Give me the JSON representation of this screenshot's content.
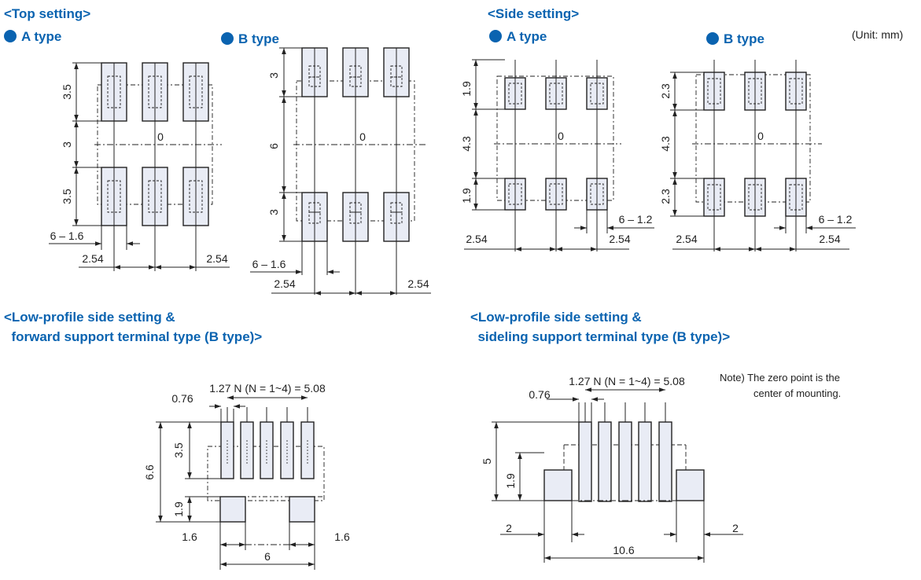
{
  "headings": {
    "top_setting": "<Top setting>",
    "side_setting": "<Side setting>",
    "low_forward": "<Low-profile side setting &\n  forward support terminal type (B type)>",
    "low_sideling": "<Low-profile side setting &\n  sideling support terminal type (B type)>"
  },
  "subheadings": {
    "top_a": "A type",
    "top_b": "B type",
    "side_a": "A type",
    "side_b": "B type"
  },
  "unit": "(Unit: mm)",
  "note_line1": "Note) The zero point is the",
  "note_line2": "center of mounting.",
  "dimensions": {
    "top_a": {
      "d1": "3.5",
      "d2": "3",
      "d3": "3.5",
      "zero": "0",
      "pad": "6 – 1.6",
      "pitch_l": "2.54",
      "pitch_r": "2.54"
    },
    "top_b": {
      "d1": "3",
      "d2": "6",
      "d3": "3",
      "zero": "0",
      "pad": "6 – 1.6",
      "pitch_l": "2.54",
      "pitch_r": "2.54"
    },
    "side_a": {
      "d1": "1.9",
      "d2": "4.3",
      "d3": "1.9",
      "zero": "0",
      "pad": "6 – 1.2",
      "pitch_l": "2.54",
      "pitch_r": "2.54"
    },
    "side_b": {
      "d1": "2.3",
      "d2": "4.3",
      "d3": "2.3",
      "zero": "0",
      "pad": "6 – 1.2",
      "pitch_l": "2.54",
      "pitch_r": "2.54"
    },
    "low_forward": {
      "pitch": "1.27 N (N = 1~4) = 5.08",
      "width": "0.76",
      "h_total": "6.6",
      "h_pad": "3.5",
      "h_support": "1.9",
      "w_left": "1.6",
      "w_right": "1.6",
      "w_total": "6"
    },
    "low_sideling": {
      "pitch": "1.27 N (N = 1~4) = 5.08",
      "width": "0.76",
      "h_total": "5",
      "h_support": "1.9",
      "w_left": "2",
      "w_right": "2",
      "w_total": "10.6"
    }
  },
  "colors": {
    "heading": "#0a63b0",
    "pad_fill": "#e9ecf5",
    "line": "#222222"
  }
}
